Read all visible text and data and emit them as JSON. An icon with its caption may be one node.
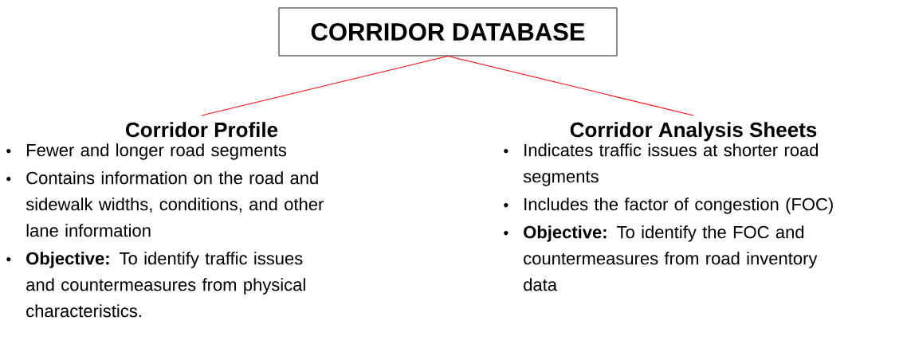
{
  "diagram": {
    "nodes": [
      {
        "text": [
          "CORRIDOR DATABASE"
        ]
      },
      {
        "text": [
          "Corridor Profile"
        ],
        "beside": [
          "Fewer and longer road segments",
          "Contains information on the road and sidewalk widths, conditions, and other lane information",
          "**Objective:** To identify traffic issues and countermeasures from physical characteristics."
        ]
      },
      {
        "text": [
          "Corridor Analysis Sheets"
        ],
        "beside": [
          "Indicates traffic issues at shorter road segments",
          "Includes the factor of congestion (FOC)",
          "**Objective:** To identify the FOC and countermeasures from road inventory data"
        ]
      }
    ],
    "edges": [
      {
        "from": 0,
        "to": 1,
        "arrow": "none"
      },
      {
        "from": 0,
        "to": 2,
        "arrow": "none"
      }
    ]
  }
}
